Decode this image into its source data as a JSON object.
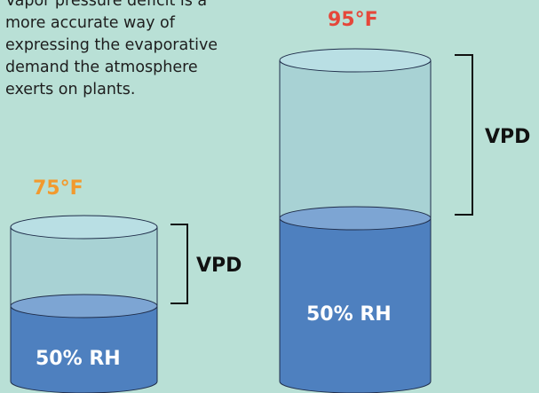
{
  "description": {
    "lines": [
      "Vapor pressure deficit is a",
      "more accurate way of",
      "expressing the evaporative",
      "demand the atmosphere",
      "exerts on plants."
    ]
  },
  "cylinders": [
    {
      "id": "small",
      "temperature": "75°F",
      "temperature_color": "#f29a2e",
      "gap_label": "VPD",
      "water_label": "50% RH"
    },
    {
      "id": "big",
      "temperature": "95°F",
      "temperature_color": "#e5473a",
      "gap_label": "VPD",
      "water_label": "50% RH"
    }
  ],
  "colors": {
    "background": "#b9e0d6",
    "cylinder_empty": "#a8d2d4",
    "cylinder_top": "#b9dfe4",
    "water": "#4e80bf",
    "water_top": "#7da5d3",
    "outline": "#1f2d4a"
  }
}
